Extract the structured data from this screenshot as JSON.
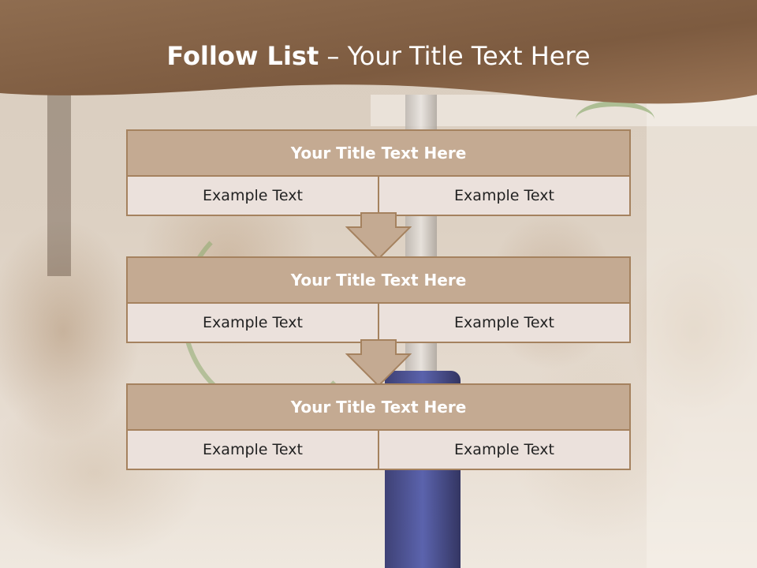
{
  "slide": {
    "title_bold": "Follow List",
    "title_rest": " – Your Title Text Here",
    "colors": {
      "header": "#8e6a4c",
      "box_title_fill": "#c4aa92",
      "box_border": "#a5825f",
      "cell_fill": "#ebe1dc",
      "arrow_fill": "#c4aa92"
    }
  },
  "steps": [
    {
      "title": "Your Title Text Here",
      "left": "Example Text",
      "right": "Example Text"
    },
    {
      "title": "Your Title Text Here",
      "left": "Example Text",
      "right": "Example Text"
    },
    {
      "title": "Your Title Text Here",
      "left": "Example Text",
      "right": "Example Text"
    }
  ],
  "connectors": [
    {
      "icon": "down-arrow-icon"
    },
    {
      "icon": "down-arrow-icon"
    }
  ]
}
